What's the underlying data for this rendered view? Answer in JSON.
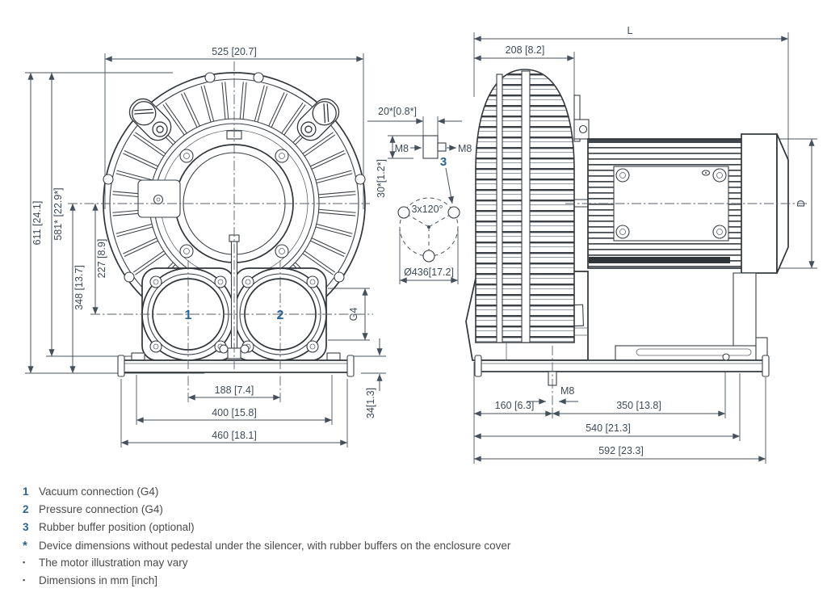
{
  "accent_blue": "#2b628f",
  "front_view": {
    "dim_width": "525 [20.7]",
    "dim_height_total": "611 [24.1]",
    "dim_height_no_pedestal": "581* [22.9*]",
    "dim_center_to_base": "348 [13.7]",
    "dim_center_to_ports": "227 [8.9]",
    "dim_port_spacing": "188 [7.4]",
    "dim_hole_spacing": "400 [15.8]",
    "dim_base_width": "460 [18.1]",
    "dim_pedestal_height": "34[1.3]",
    "port_thread": "G4",
    "port1_label": "1",
    "port2_label": "2"
  },
  "side_view": {
    "dim_length": "L",
    "dim_silencer_width": "208 [8.2]",
    "dim_motor_diameter": "D",
    "dim_front_foot": "160 [6.3]",
    "dim_foot_span": "350 [13.8]",
    "dim_base_holes": "540 [21.3]",
    "dim_base_length": "592 [23.3]",
    "stud_thread": "M8"
  },
  "buffer_detail": {
    "dim_width": "20*[0.8*]",
    "dim_height": "30*[1.2*]",
    "thread_left": "M8",
    "thread_right": "M8",
    "ref_number": "3",
    "pattern": "3x120°",
    "dim_circle": "Ø436[17.2]"
  },
  "legend": {
    "items": [
      {
        "marker": "1",
        "text": "Vacuum connection (G4)"
      },
      {
        "marker": "2",
        "text": "Pressure connection (G4)"
      },
      {
        "marker": "3",
        "text": "Rubber buffer position (optional)"
      },
      {
        "marker": "*",
        "text": "Device dimensions without pedestal under the silencer, with rubber buffers on the enclosure cover"
      },
      {
        "marker": "▪",
        "text": "The motor illustration may vary"
      },
      {
        "marker": "▪",
        "text": "Dimensions in mm [inch]"
      }
    ]
  }
}
